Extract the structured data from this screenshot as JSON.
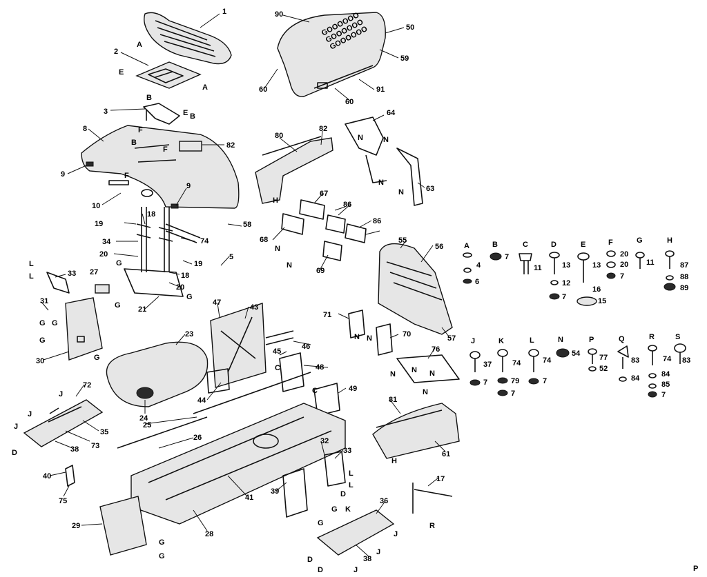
{
  "diagram": {
    "callouts": [
      {
        "id": "c1",
        "text": "1"
      },
      {
        "id": "c2",
        "text": "2"
      },
      {
        "id": "c3",
        "text": "3"
      },
      {
        "id": "c8",
        "text": "8"
      },
      {
        "id": "c9a",
        "text": "9"
      },
      {
        "id": "c9b",
        "text": "9"
      },
      {
        "id": "c10",
        "text": "10"
      },
      {
        "id": "c82a",
        "text": "82"
      },
      {
        "id": "c90",
        "text": "90"
      },
      {
        "id": "c50",
        "text": "50"
      },
      {
        "id": "c59",
        "text": "59"
      },
      {
        "id": "c60a",
        "text": "60"
      },
      {
        "id": "c60b",
        "text": "60"
      },
      {
        "id": "c91",
        "text": "91"
      },
      {
        "id": "c64",
        "text": "64"
      },
      {
        "id": "c80",
        "text": "80"
      },
      {
        "id": "c82b",
        "text": "82"
      },
      {
        "id": "c63",
        "text": "63"
      },
      {
        "id": "c18a",
        "text": "18"
      },
      {
        "id": "c19a",
        "text": "19"
      },
      {
        "id": "c58",
        "text": "58"
      },
      {
        "id": "c34",
        "text": "34"
      },
      {
        "id": "c74a",
        "text": "74"
      },
      {
        "id": "c20a",
        "text": "20"
      },
      {
        "id": "c19b",
        "text": "19"
      },
      {
        "id": "c5",
        "text": "5"
      },
      {
        "id": "c18b",
        "text": "18"
      },
      {
        "id": "c20b",
        "text": "20"
      },
      {
        "id": "c21",
        "text": "21"
      },
      {
        "id": "c33a",
        "text": "33"
      },
      {
        "id": "c27",
        "text": "27"
      },
      {
        "id": "c31",
        "text": "31"
      },
      {
        "id": "c30",
        "text": "30"
      },
      {
        "id": "c67",
        "text": "67"
      },
      {
        "id": "c86a",
        "text": "86"
      },
      {
        "id": "c86b",
        "text": "86"
      },
      {
        "id": "c68",
        "text": "68"
      },
      {
        "id": "c69",
        "text": "69"
      },
      {
        "id": "c55",
        "text": "55"
      },
      {
        "id": "c56",
        "text": "56"
      },
      {
        "id": "c57",
        "text": "57"
      },
      {
        "id": "c71",
        "text": "71"
      },
      {
        "id": "c70",
        "text": "70"
      },
      {
        "id": "c47",
        "text": "47"
      },
      {
        "id": "c43",
        "text": "43"
      },
      {
        "id": "c46",
        "text": "46"
      },
      {
        "id": "c45",
        "text": "45"
      },
      {
        "id": "c48",
        "text": "48"
      },
      {
        "id": "c49",
        "text": "49"
      },
      {
        "id": "c23",
        "text": "23"
      },
      {
        "id": "c44",
        "text": "44"
      },
      {
        "id": "c24",
        "text": "24"
      },
      {
        "id": "c72",
        "text": "72"
      },
      {
        "id": "c35a",
        "text": "35"
      },
      {
        "id": "c73",
        "text": "73"
      },
      {
        "id": "c38a",
        "text": "38"
      },
      {
        "id": "c25",
        "text": "25"
      },
      {
        "id": "c26",
        "text": "26"
      },
      {
        "id": "c40",
        "text": "40"
      },
      {
        "id": "c75",
        "text": "75"
      },
      {
        "id": "c32",
        "text": "32"
      },
      {
        "id": "c33b",
        "text": "33"
      },
      {
        "id": "c41",
        "text": "41"
      },
      {
        "id": "c39",
        "text": "39"
      },
      {
        "id": "c29",
        "text": "29"
      },
      {
        "id": "c28",
        "text": "28"
      },
      {
        "id": "c36",
        "text": "36"
      },
      {
        "id": "c38b",
        "text": "38"
      },
      {
        "id": "c81",
        "text": "81"
      },
      {
        "id": "c61",
        "text": "61"
      },
      {
        "id": "c76",
        "text": "76"
      },
      {
        "id": "c17",
        "text": "17"
      }
    ],
    "refs": [
      {
        "id": "r1",
        "text": "A"
      },
      {
        "id": "r2",
        "text": "E"
      },
      {
        "id": "r3",
        "text": "A"
      },
      {
        "id": "r4",
        "text": "B"
      },
      {
        "id": "r5",
        "text": "E"
      },
      {
        "id": "r6",
        "text": "B"
      },
      {
        "id": "r7",
        "text": "F"
      },
      {
        "id": "r8",
        "text": "F"
      },
      {
        "id": "r9",
        "text": "F"
      },
      {
        "id": "r10",
        "text": "B"
      },
      {
        "id": "r11",
        "text": "N"
      },
      {
        "id": "r12",
        "text": "N"
      },
      {
        "id": "r13",
        "text": "N"
      },
      {
        "id": "r14",
        "text": "N"
      },
      {
        "id": "r15",
        "text": "H"
      },
      {
        "id": "r16",
        "text": "N"
      },
      {
        "id": "r17",
        "text": "N"
      },
      {
        "id": "r18",
        "text": "G"
      },
      {
        "id": "r19",
        "text": "G"
      },
      {
        "id": "r20",
        "text": "L"
      },
      {
        "id": "r21",
        "text": "L"
      },
      {
        "id": "r22",
        "text": "G"
      },
      {
        "id": "r23",
        "text": "G"
      },
      {
        "id": "r24",
        "text": "G"
      },
      {
        "id": "r25",
        "text": "G"
      },
      {
        "id": "r26",
        "text": "G"
      },
      {
        "id": "r27",
        "text": "N"
      },
      {
        "id": "r28",
        "text": "N"
      },
      {
        "id": "r29",
        "text": "C"
      },
      {
        "id": "r30",
        "text": "C"
      },
      {
        "id": "r31",
        "text": "N"
      },
      {
        "id": "r32",
        "text": "N"
      },
      {
        "id": "r33",
        "text": "N"
      },
      {
        "id": "r34",
        "text": "N"
      },
      {
        "id": "r35",
        "text": "J"
      },
      {
        "id": "r36",
        "text": "J"
      },
      {
        "id": "r37",
        "text": "J"
      },
      {
        "id": "r38",
        "text": "D"
      },
      {
        "id": "r39",
        "text": "L"
      },
      {
        "id": "r40",
        "text": "L"
      },
      {
        "id": "r41",
        "text": "D"
      },
      {
        "id": "r42",
        "text": "K"
      },
      {
        "id": "r43",
        "text": "G"
      },
      {
        "id": "r44",
        "text": "G"
      },
      {
        "id": "r45",
        "text": "G"
      },
      {
        "id": "r46",
        "text": "G"
      },
      {
        "id": "r47",
        "text": "J"
      },
      {
        "id": "r48",
        "text": "J"
      },
      {
        "id": "r49",
        "text": "D"
      },
      {
        "id": "r50",
        "text": "D"
      },
      {
        "id": "r51",
        "text": "J"
      },
      {
        "id": "r52",
        "text": "H"
      },
      {
        "id": "r53",
        "text": "R"
      }
    ],
    "hardware_legend": [
      {
        "id": "hA",
        "text": "A"
      },
      {
        "id": "n4",
        "text": "4"
      },
      {
        "id": "n6",
        "text": "6"
      },
      {
        "id": "hB",
        "text": "B"
      },
      {
        "id": "n7a",
        "text": "7"
      },
      {
        "id": "hC",
        "text": "C"
      },
      {
        "id": "n11a",
        "text": "11"
      },
      {
        "id": "hD",
        "text": "D"
      },
      {
        "id": "n13a",
        "text": "13"
      },
      {
        "id": "n12",
        "text": "12"
      },
      {
        "id": "n7b",
        "text": "7"
      },
      {
        "id": "hE",
        "text": "E"
      },
      {
        "id": "n13b",
        "text": "13"
      },
      {
        "id": "n16",
        "text": "16"
      },
      {
        "id": "n15",
        "text": "15"
      },
      {
        "id": "hF",
        "text": "F"
      },
      {
        "id": "n20a",
        "text": "20"
      },
      {
        "id": "n20b",
        "text": "20"
      },
      {
        "id": "n7c",
        "text": "7"
      },
      {
        "id": "hG",
        "text": "G"
      },
      {
        "id": "n11b",
        "text": "11"
      },
      {
        "id": "hH",
        "text": "H"
      },
      {
        "id": "n87",
        "text": "87"
      },
      {
        "id": "n88",
        "text": "88"
      },
      {
        "id": "n89",
        "text": "89"
      },
      {
        "id": "hJ",
        "text": "J"
      },
      {
        "id": "n37",
        "text": "37"
      },
      {
        "id": "n7d",
        "text": "7"
      },
      {
        "id": "hK",
        "text": "K"
      },
      {
        "id": "n74a",
        "text": "74"
      },
      {
        "id": "n79",
        "text": "79"
      },
      {
        "id": "n7e",
        "text": "7"
      },
      {
        "id": "hL",
        "text": "L"
      },
      {
        "id": "n74b",
        "text": "74"
      },
      {
        "id": "n7f",
        "text": "7"
      },
      {
        "id": "hN",
        "text": "N"
      },
      {
        "id": "n54",
        "text": "54"
      },
      {
        "id": "hP",
        "text": "P"
      },
      {
        "id": "n77",
        "text": "77"
      },
      {
        "id": "n52",
        "text": "52"
      },
      {
        "id": "hQ",
        "text": "Q"
      },
      {
        "id": "n83a",
        "text": "83"
      },
      {
        "id": "n84a",
        "text": "84"
      },
      {
        "id": "hR",
        "text": "R"
      },
      {
        "id": "n74c",
        "text": "74"
      },
      {
        "id": "n84b",
        "text": "84"
      },
      {
        "id": "n85",
        "text": "85"
      },
      {
        "id": "n7g",
        "text": "7"
      },
      {
        "id": "hS",
        "text": "S"
      },
      {
        "id": "n83b",
        "text": "83"
      }
    ],
    "decals": {
      "hood_text": [
        "GOOOOOO",
        "GOOOOOO",
        "GOOOOOO"
      ]
    },
    "corner_mark": "P"
  }
}
